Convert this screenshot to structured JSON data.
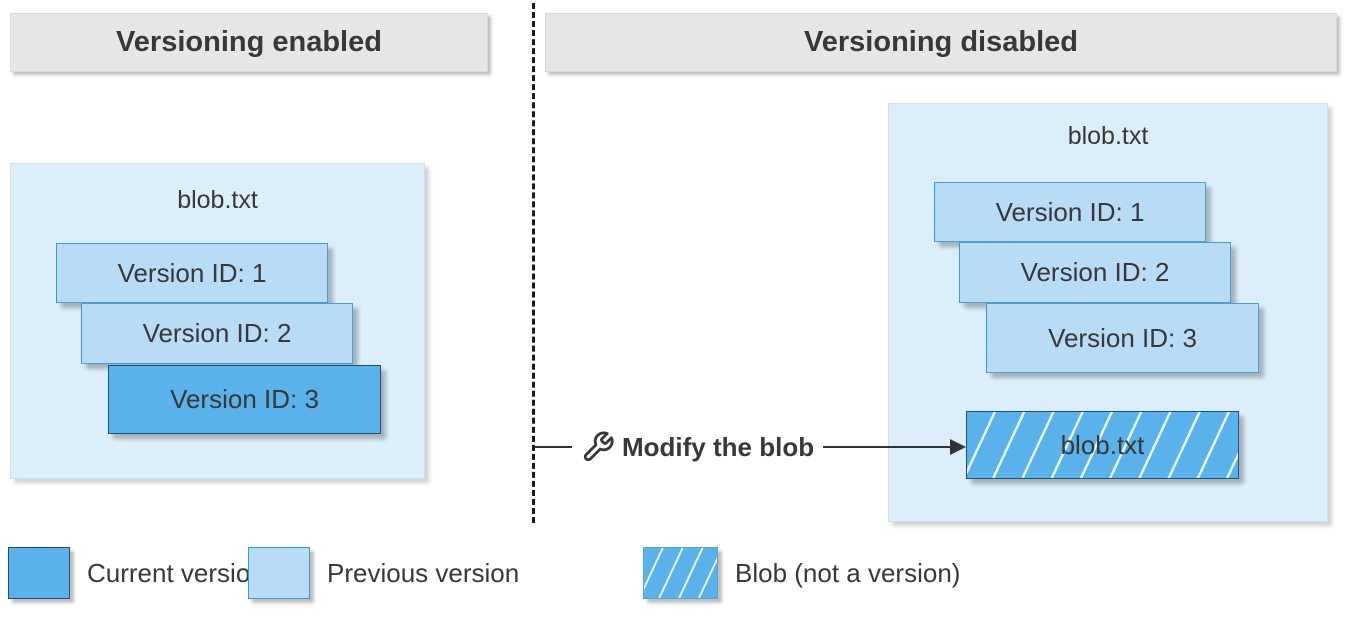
{
  "left_panel": {
    "header": "Versioning enabled",
    "blob_title": "blob.txt",
    "versions": [
      {
        "label": "Version ID: 1",
        "state": "previous"
      },
      {
        "label": "Version ID: 2",
        "state": "previous"
      },
      {
        "label": "Version ID: 3",
        "state": "current"
      }
    ]
  },
  "right_panel": {
    "header": "Versioning disabled",
    "blob_title": "blob.txt",
    "versions": [
      {
        "label": "Version ID: 1",
        "state": "previous"
      },
      {
        "label": "Version ID: 2",
        "state": "previous"
      },
      {
        "label": "Version ID: 3",
        "state": "previous"
      }
    ],
    "modified_blob_label": "blob.txt"
  },
  "action": {
    "label": "Modify the blob",
    "icon": "wrench-icon"
  },
  "legend": {
    "items": [
      {
        "label": "Current version",
        "swatch": "current-version-solid-blue"
      },
      {
        "label": "Previous version",
        "swatch": "previous-version-light-blue"
      },
      {
        "label": "Blob (not a version)",
        "swatch": "hatched-blue"
      }
    ]
  },
  "colors": {
    "current_version": "#5AB2EB",
    "previous_version": "#B9DCF6",
    "container_background": "#DCEEF9",
    "header_background": "#E6E6E6",
    "dark_border": "#1F4E79",
    "light_border": "#4E9CD4",
    "text": "#383838"
  }
}
